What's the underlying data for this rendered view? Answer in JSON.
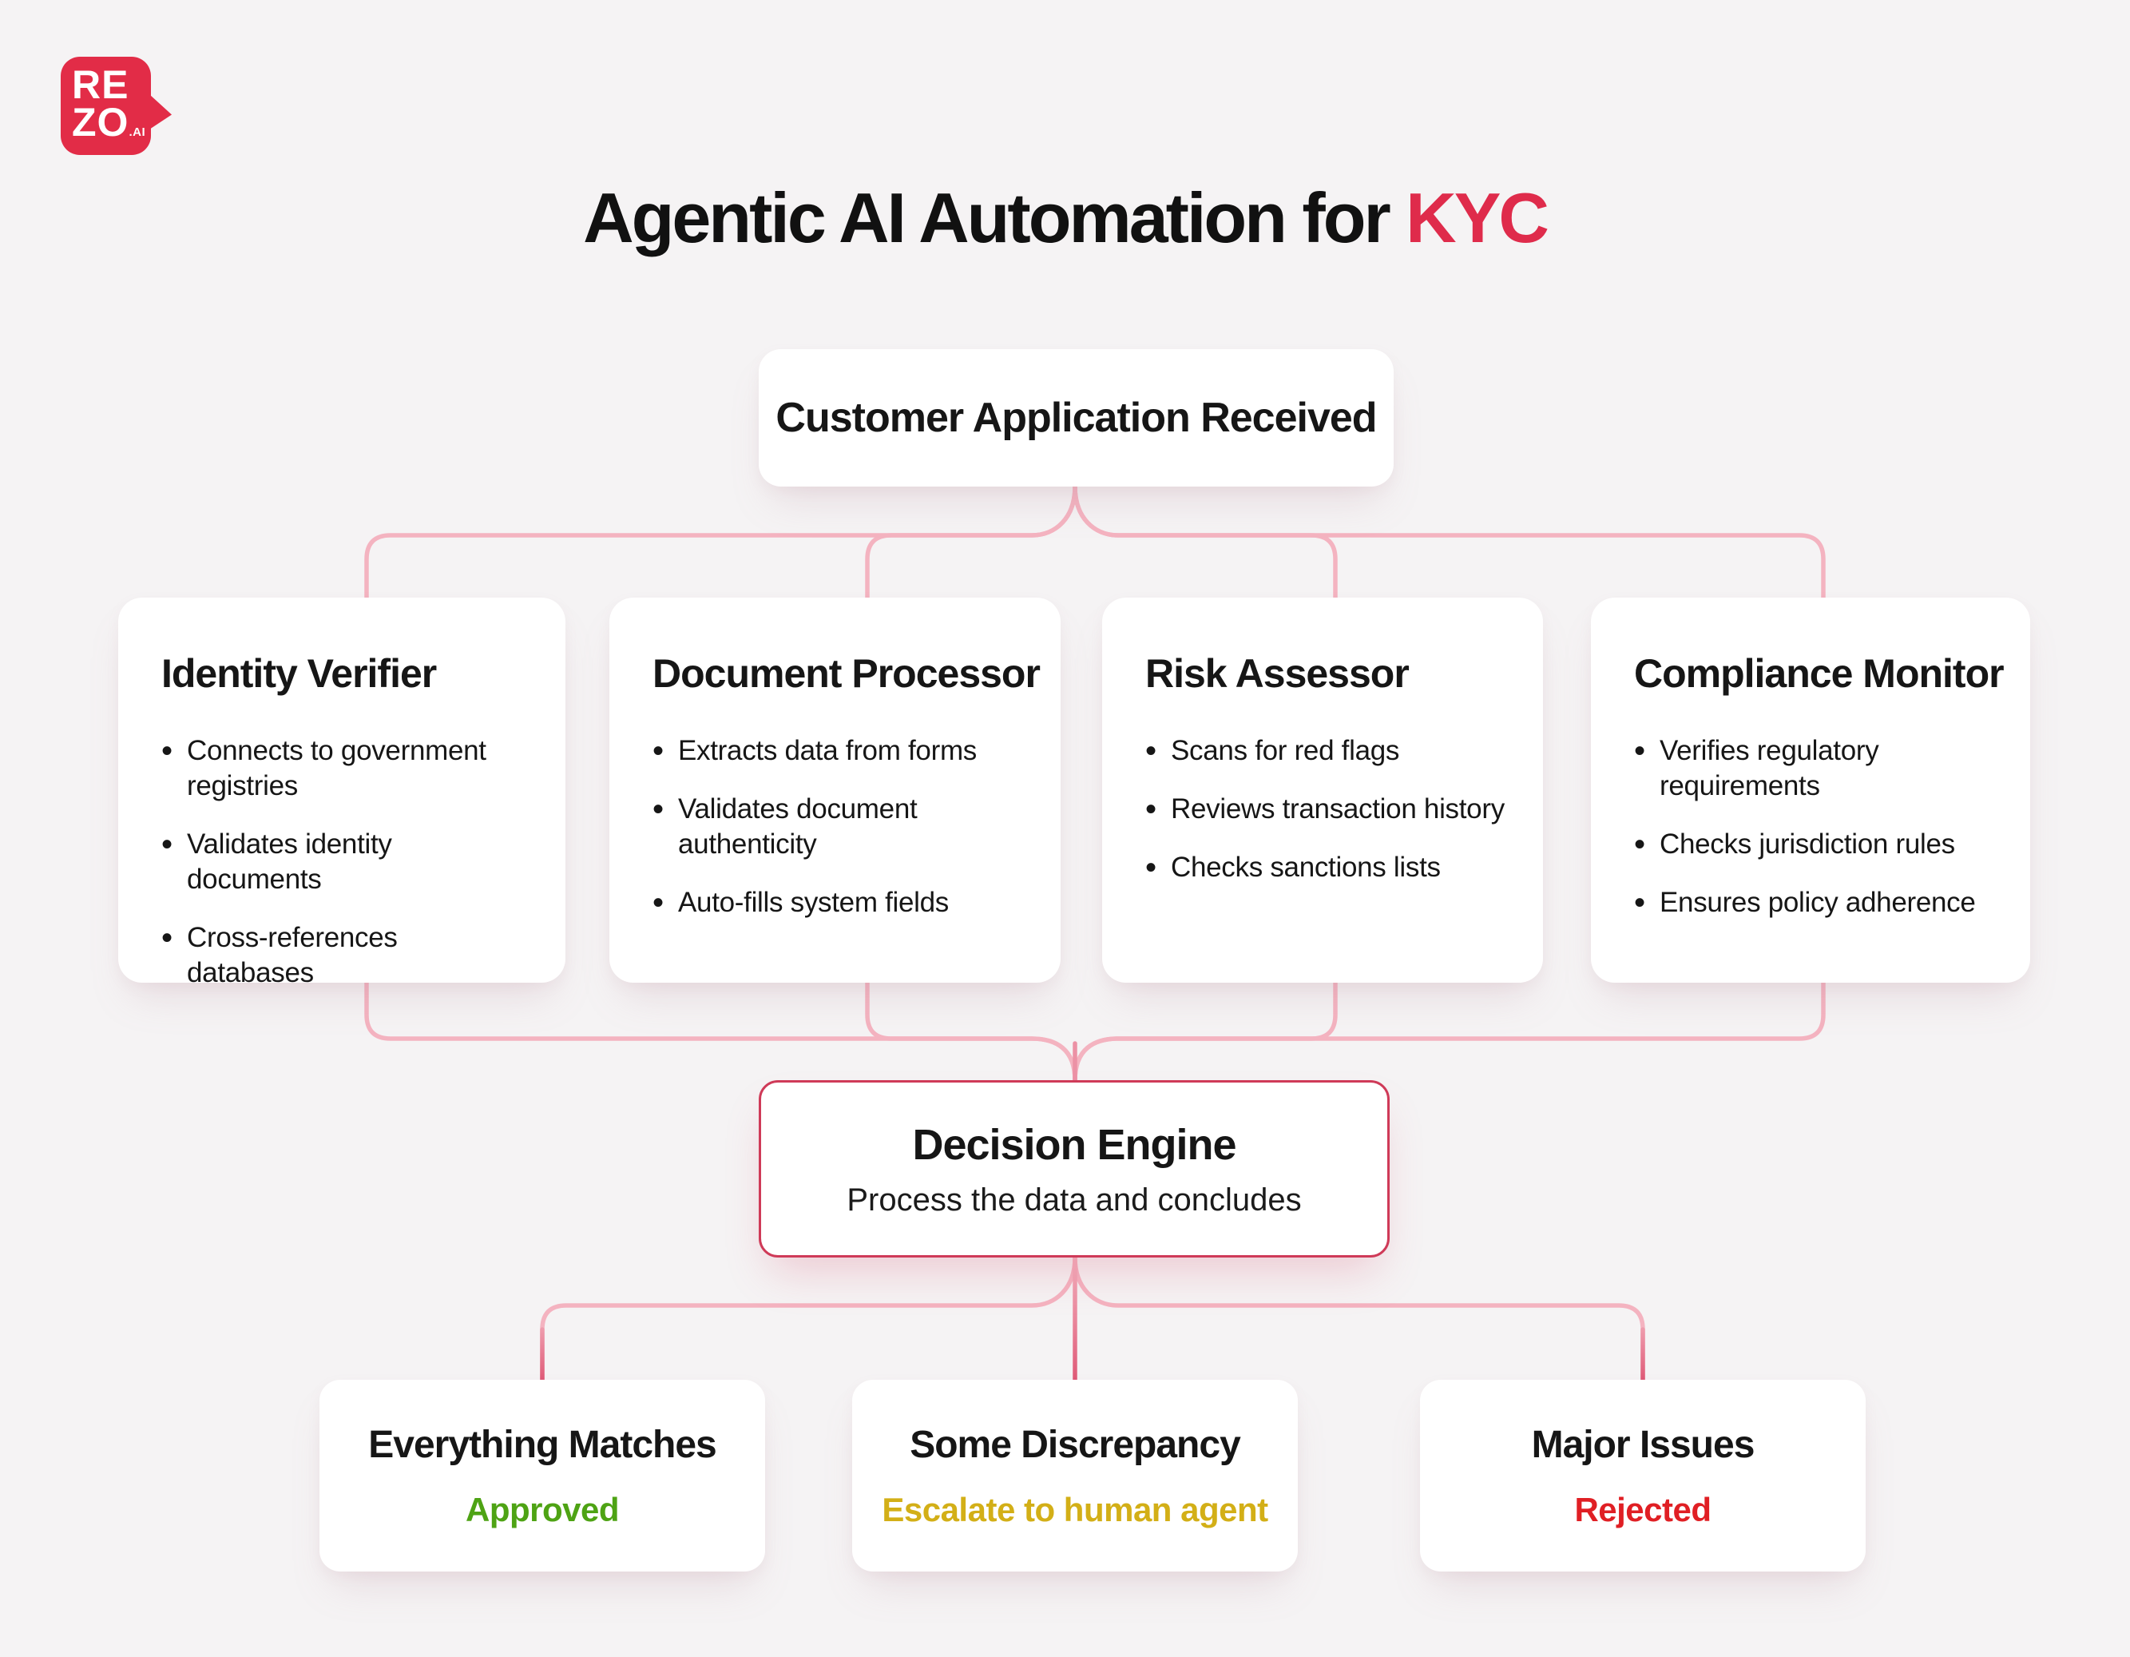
{
  "logo": {
    "line1": "RE",
    "line2": "ZO",
    "suffix": ".AI"
  },
  "title": {
    "prefix": "Agentic AI Automation for ",
    "highlight": "KYC"
  },
  "flow": {
    "root": {
      "label": "Customer Application Received"
    },
    "agents": [
      {
        "title": "Identity Verifier",
        "bullets": [
          "Connects to government registries",
          "Validates identity documents",
          "Cross-references databases"
        ]
      },
      {
        "title": "Document Processor",
        "bullets": [
          "Extracts data from forms",
          "Validates document authenticity",
          "Auto-fills system fields"
        ]
      },
      {
        "title": "Risk Assessor",
        "bullets": [
          "Scans for red flags",
          "Reviews transaction history",
          "Checks sanctions lists"
        ]
      },
      {
        "title": "Compliance Monitor",
        "bullets": [
          "Verifies regulatory requirements",
          "Checks jurisdiction rules",
          "Ensures policy adherence"
        ]
      }
    ],
    "decision": {
      "title": "Decision Engine",
      "subtitle": "Process the data and concludes"
    },
    "outcomes": [
      {
        "title": "Everything Matches",
        "status": "Approved",
        "status_color": "#4EA314"
      },
      {
        "title": "Some Discrepancy",
        "status": "Escalate to human agent",
        "status_color": "#D3AF17"
      },
      {
        "title": "Major Issues",
        "status": "Rejected",
        "status_color": "#E01F24"
      }
    ]
  },
  "colors": {
    "background": "#F5F3F4",
    "card": "#FFFFFF",
    "text": "#161616",
    "title_highlight": "#DF2B4B",
    "logo_red": "#E22C47",
    "connector_pink": "#F4B3C0",
    "connector_deep_pink": "#E4607C",
    "decision_border": "#CF3A58",
    "approved_green": "#4EA314",
    "escalate_gold": "#D3AF17",
    "rejected_red": "#E01F24"
  }
}
